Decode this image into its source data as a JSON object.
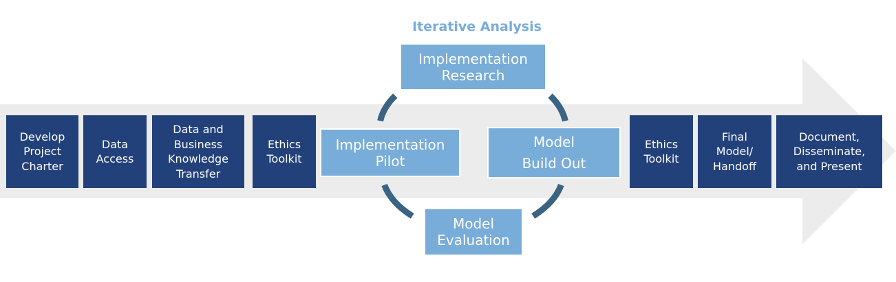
{
  "title": "Iterative Analysis",
  "colors": {
    "dark_box": "#22407a",
    "light_box": "#78acd9",
    "arrow": "#ececec",
    "cycle_arc": "#3a6384"
  },
  "left_steps": [
    {
      "label": "Develop\nProject\nCharter"
    },
    {
      "label": "Data\nAccess"
    },
    {
      "label": "Data and\nBusiness\nKnowledge\nTransfer"
    },
    {
      "label": "Ethics\nToolkit"
    }
  ],
  "cycle": {
    "top": "Implementation\nResearch",
    "left": "Implementation\nPilot",
    "right": "Model\nBuild Out",
    "bottom": "Model\nEvaluation"
  },
  "right_steps": [
    {
      "label": "Ethics\nToolkit"
    },
    {
      "label": "Final\nModel/\nHandoff"
    },
    {
      "label": "Document,\nDisseminate,\nand Present"
    }
  ]
}
